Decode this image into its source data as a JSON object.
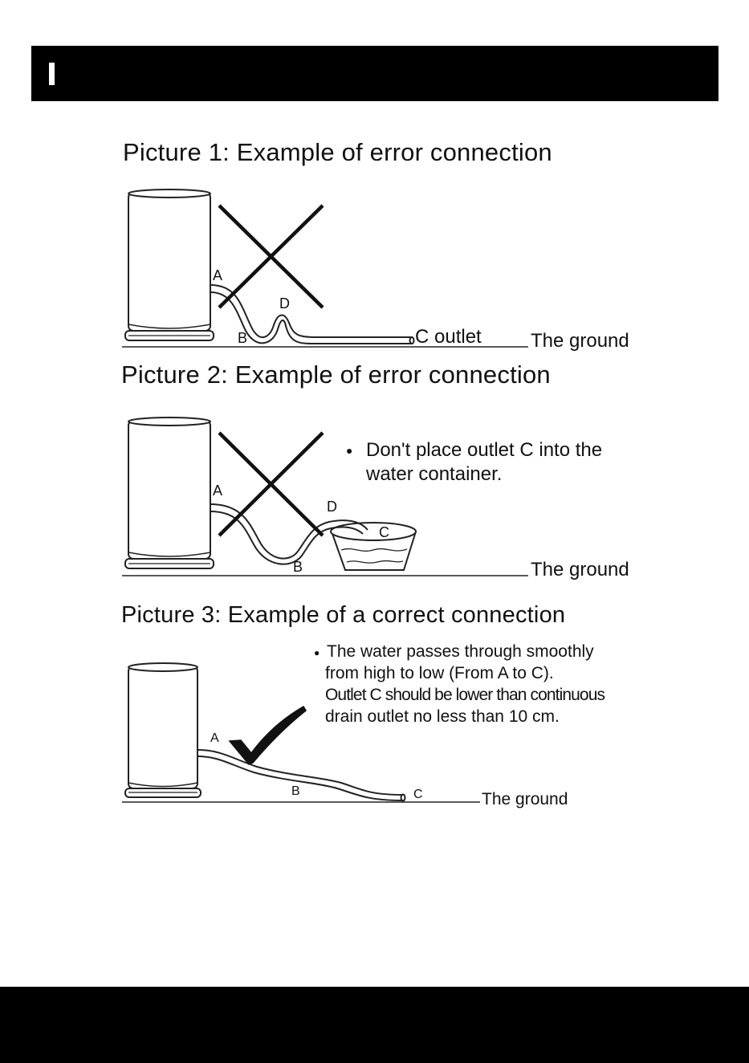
{
  "page": {
    "background": "#ffffff",
    "bar_color": "#000000"
  },
  "picture1": {
    "title": "Picture 1: Example of error connection",
    "label_a": "A",
    "label_b": "B",
    "label_c": "C outlet",
    "label_d": "D",
    "ground": "The ground",
    "mark_icon": "cross-icon"
  },
  "picture2": {
    "title": "Picture 2: Example of error connection",
    "label_a": "A",
    "label_b": "B",
    "label_c": "C",
    "label_d": "D",
    "ground": "The ground",
    "note_line1": "Don't place outlet C into the",
    "note_line2": "water container.",
    "mark_icon": "cross-icon"
  },
  "picture3": {
    "title": "Picture 3: Example of a correct connection",
    "label_a": "A",
    "label_b": "B",
    "label_c": "C",
    "ground": "The ground",
    "note_line1": "The water passes through smoothly",
    "note_line2": "from high to low (From A to C).",
    "note_line3": "Outlet C should be lower than continuous",
    "note_line4": "drain outlet no less than 10 cm.",
    "mark_icon": "checkmark-icon"
  }
}
